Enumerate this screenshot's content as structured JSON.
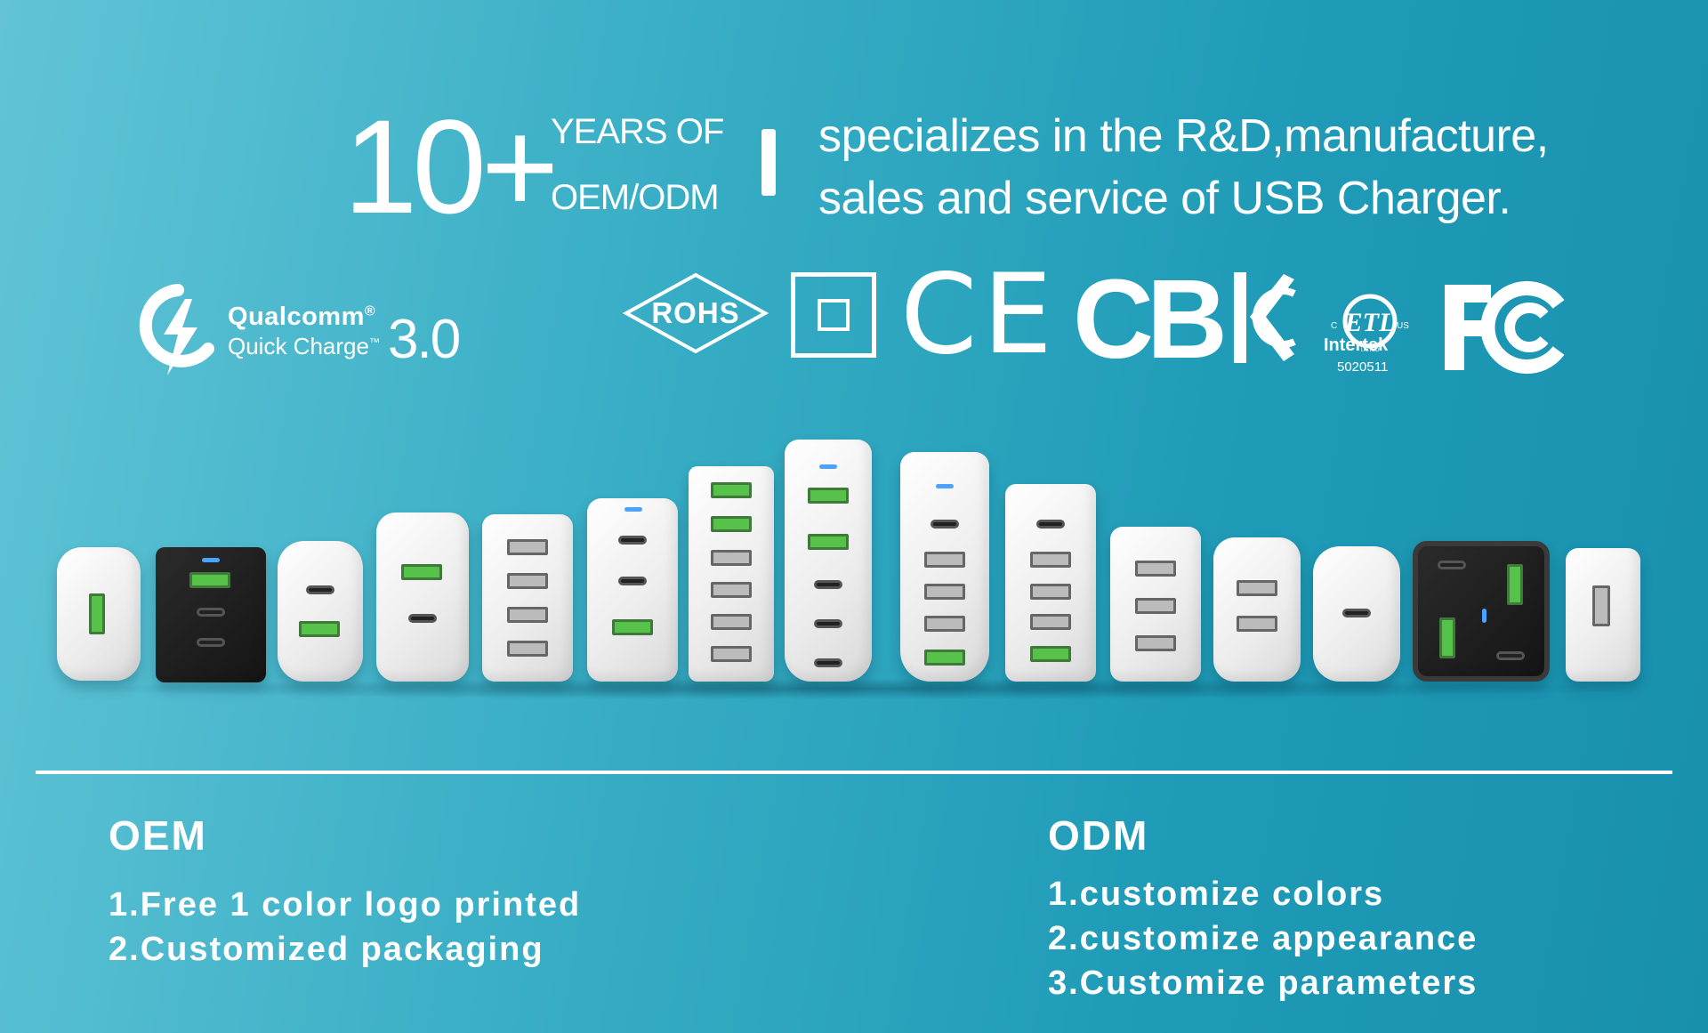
{
  "headline": {
    "number": "10+",
    "years_line": "YEARS OF",
    "oemodm_line": "OEM/ODM",
    "description_line1": "specializes in the R&D,manufacture,",
    "description_line2": "sales and service of USB Charger."
  },
  "qualcomm": {
    "brand": "Qualcomm",
    "registered": "®",
    "product": "Quick Charge",
    "trademark": "™",
    "version": "3.0"
  },
  "certifications": {
    "rohs": "ROHS",
    "ce": "CE",
    "cb": "CB",
    "etl_brand": "Intertek",
    "etl_number": "5020511",
    "etl_c": "C",
    "etl_us": "US",
    "etl_listed": "LISTED"
  },
  "oem": {
    "title": "OEM",
    "items": [
      "1.Free 1 color logo printed",
      "2.Customized packaging"
    ]
  },
  "odm": {
    "title": "ODM",
    "items": [
      "1.customize colors",
      "2.customize appearance",
      "3.Customize parameters"
    ]
  },
  "colors": {
    "background_start": "#62c4d6",
    "background_end": "#1890ad",
    "text": "#ffffff",
    "port_green": "#57c24a",
    "led_blue": "#4aa3ff"
  }
}
